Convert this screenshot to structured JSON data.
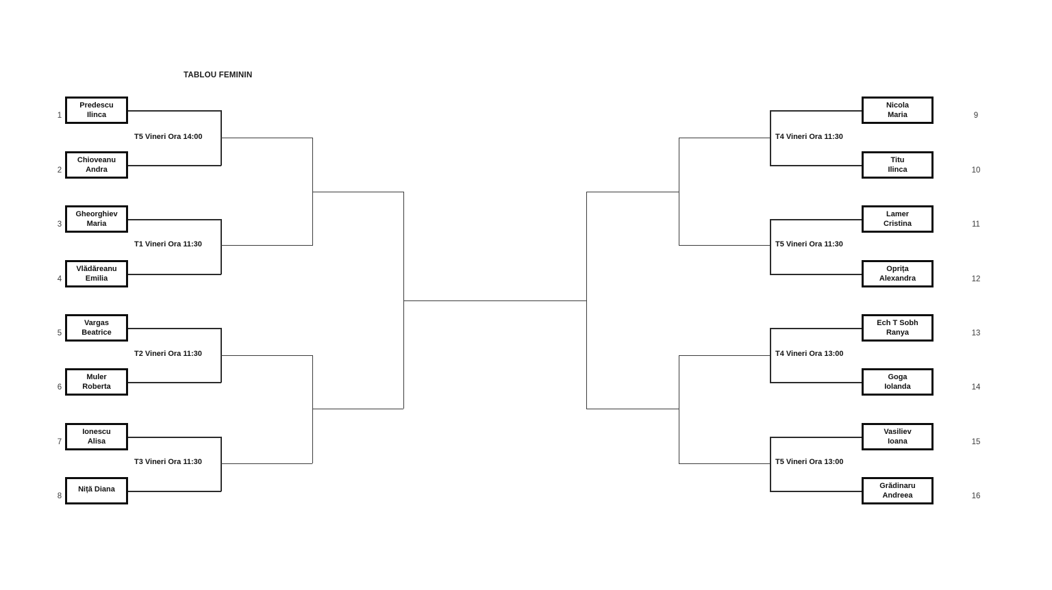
{
  "title": "TABLOU FEMININ",
  "bracket": {
    "left": {
      "players": [
        {
          "seed": "1",
          "line1": "Predescu",
          "line2": "Ilinca"
        },
        {
          "seed": "2",
          "line1": "Chioveanu",
          "line2": "Andra"
        },
        {
          "seed": "3",
          "line1": "Gheorghiev",
          "line2": "Maria"
        },
        {
          "seed": "4",
          "line1": "Vlădăreanu",
          "line2": "Emilia"
        },
        {
          "seed": "5",
          "line1": "Vargas",
          "line2": "Beatrice"
        },
        {
          "seed": "6",
          "line1": "Muler",
          "line2": "Roberta"
        },
        {
          "seed": "7",
          "line1": "Ionescu",
          "line2": "Alisa"
        },
        {
          "seed": "8",
          "line1": "Niță Diana",
          "line2": ""
        }
      ],
      "matches": [
        {
          "label": "T5 Vineri Ora 14:00"
        },
        {
          "label": "T1 Vineri Ora 11:30"
        },
        {
          "label": "T2 Vineri Ora 11:30"
        },
        {
          "label": "T3 Vineri Ora 11:30"
        }
      ]
    },
    "right": {
      "players": [
        {
          "seed": "9",
          "line1": "Nicola",
          "line2": "Maria"
        },
        {
          "seed": "10",
          "line1": "Titu",
          "line2": "Ilinca"
        },
        {
          "seed": "11",
          "line1": "Lamer",
          "line2": "Cristina"
        },
        {
          "seed": "12",
          "line1": "Oprița",
          "line2": "Alexandra"
        },
        {
          "seed": "13",
          "line1": "Ech T Sobh",
          "line2": "Ranya"
        },
        {
          "seed": "14",
          "line1": "Goga",
          "line2": "Iolanda"
        },
        {
          "seed": "15",
          "line1": "Vasiliev",
          "line2": "Ioana"
        },
        {
          "seed": "16",
          "line1": "Grădinaru",
          "line2": "Andreea"
        }
      ],
      "matches": [
        {
          "label": "T4 Vineri Ora 11:30"
        },
        {
          "label": "T5 Vineri Ora 11:30"
        },
        {
          "label": "T4 Vineri Ora 13:00"
        },
        {
          "label": "T5 Vineri Ora 13:00"
        }
      ]
    }
  },
  "colors": {
    "box_border": "#0d0d0d",
    "line": "#3a3a3a",
    "text": "#111111",
    "seed_text": "#3b3b3b",
    "background": "#ffffff"
  }
}
